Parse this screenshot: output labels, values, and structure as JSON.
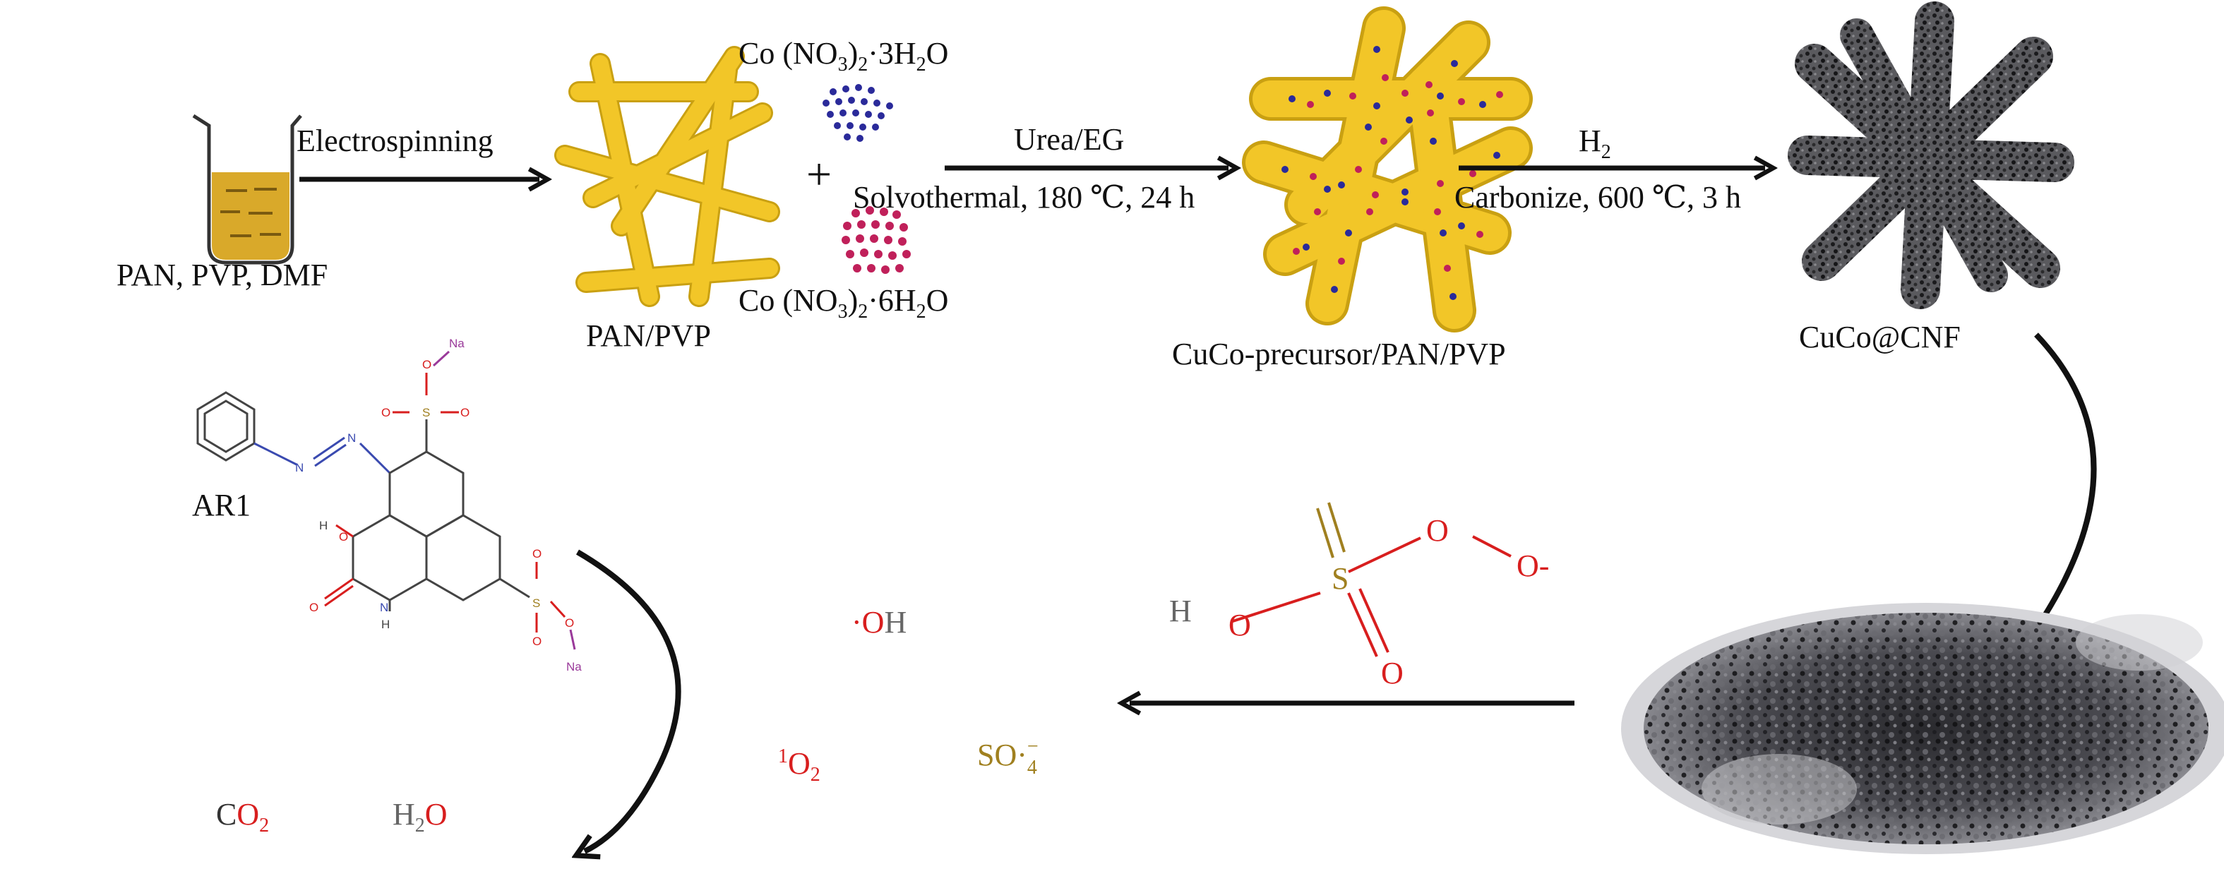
{
  "colors": {
    "fiber_yellow": "#f2c628",
    "fiber_shadow": "#c9a012",
    "cobalt_blue": "#2a2a9a",
    "cobalt_pink": "#c0205a",
    "carbon_grey": "#3a3a3c",
    "oxygen_red": "#d81e1e",
    "sulfur_gold": "#a08020",
    "nitrogen_blue": "#3a4ab0",
    "sodium_purple": "#9a3a9a",
    "arrow_black": "#111111"
  },
  "step1": {
    "solution_label": "PAN, PVP, DMF",
    "arrow_label": "Electrospinning"
  },
  "step2": {
    "fiber_label": "PAN/PVP",
    "plus": "+",
    "reagent_top": {
      "base": "Co (NO",
      "sub1": "3",
      "mid": ")",
      "sub2": "2",
      "tail": "·3H",
      "sub3": "2",
      "end": "O"
    },
    "reagent_bottom": {
      "base": "Co (NO",
      "sub1": "3",
      "mid": ")",
      "sub2": "2",
      "tail": "·6H",
      "sub3": "2",
      "end": "O"
    }
  },
  "step3": {
    "arrow_top": "Urea/EG",
    "arrow_bottom": "Solvothermal, 180 ℃, 24 h",
    "product_label": "CuCo-precursor/PAN/PVP"
  },
  "step4": {
    "arrow_top": {
      "base": "H",
      "sub": "2"
    },
    "arrow_bottom": "Carbonize, 600 ℃, 3 h",
    "product_label": "CuCo@CNF"
  },
  "pms": {
    "H": "H",
    "O1": "O",
    "S": "S",
    "O2": "O",
    "O3": "O",
    "O4": "O-"
  },
  "dye": {
    "label": "AR1",
    "N1": "N",
    "N2": "N",
    "N3": "N",
    "H_n": "H",
    "O_ring": "O",
    "H_o": "H",
    "O_keto": "O",
    "S1": "S",
    "S1_O1": "O",
    "S1_O2": "O",
    "S1_O3": "O",
    "Na1": "Na",
    "S2": "S",
    "S2_O1": "O",
    "S2_O2": "O",
    "S2_O3": "O",
    "Na2": "Na"
  },
  "species": {
    "oh": {
      "dot": "·",
      "o": "O",
      "h": "H"
    },
    "singlet_oxygen": {
      "sup": "1",
      "o": "O",
      "sub": "2"
    },
    "sulfate_radical": {
      "base": "SO",
      "dot": "·",
      "sub": "4",
      "sup": "−"
    }
  },
  "products": {
    "co2": {
      "c": "C",
      "o": "O",
      "sub": "2"
    },
    "h2o": {
      "h": "H",
      "sub": "2",
      "o": "O"
    }
  }
}
